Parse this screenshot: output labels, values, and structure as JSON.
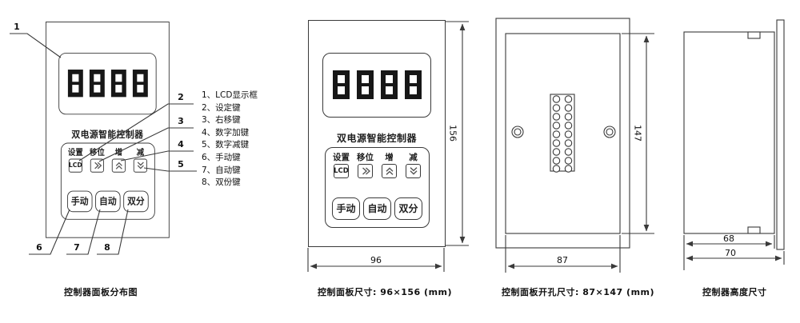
{
  "colors": {
    "line": "#3a3a3a",
    "text": "#111111",
    "digit": "#171717"
  },
  "device": {
    "title": "双电源智能控制器",
    "display_value": "8888",
    "key_labels": [
      "设置",
      "移位",
      "增",
      "减"
    ],
    "lcd_key_label": "LCD",
    "key_icons": [
      "double-right-chevron",
      "double-up-chevron",
      "double-down-chevron"
    ],
    "mode_buttons": [
      "手动",
      "自动",
      "双分"
    ]
  },
  "views": {
    "layout": {
      "caption": "控制器面板分布图",
      "callouts": [
        "1",
        "2",
        "3",
        "4",
        "5",
        "6",
        "7",
        "8"
      ],
      "legend": [
        "1、LCD显示框",
        "2、设定键",
        "3、右移键",
        "4、数字加键",
        "5、数字减键",
        "6、手动键",
        "7、自动键",
        "8、双份键"
      ]
    },
    "front_size": {
      "caption": "控制面板尺寸: 96×156 (mm)",
      "width": "96",
      "height": "156"
    },
    "cutout": {
      "caption": "控制面板开孔尺寸: 87×147 (mm)",
      "width": "87",
      "height": "147"
    },
    "depth": {
      "caption": "控制器高度尺寸",
      "body": "68",
      "overall": "70"
    }
  }
}
